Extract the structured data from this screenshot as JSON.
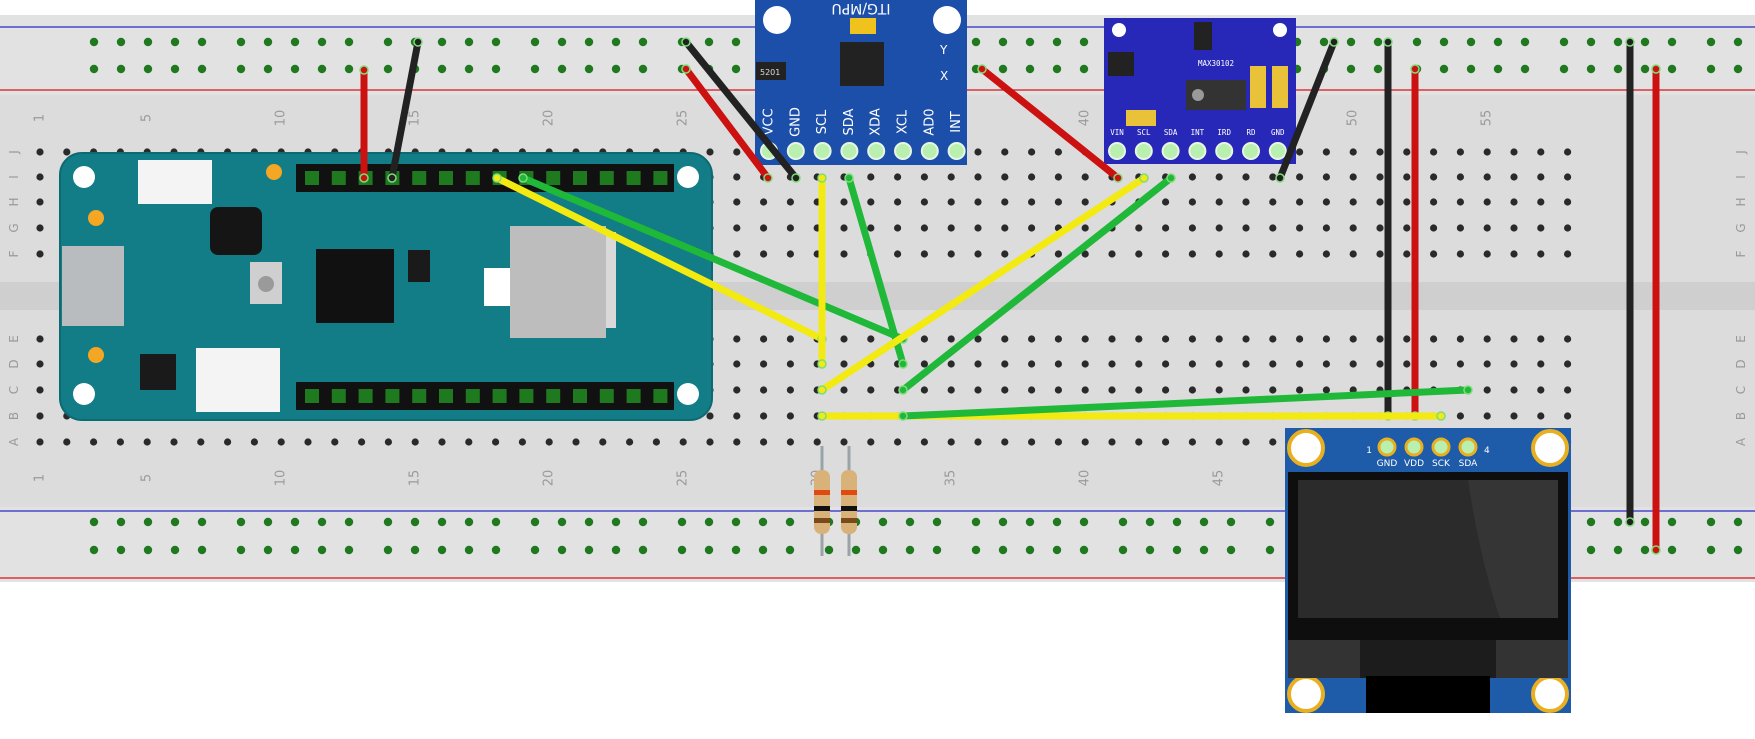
{
  "breadboard": {
    "column_numbers": [
      "1",
      "5",
      "10",
      "15",
      "20",
      "25",
      "30",
      "35",
      "40",
      "45",
      "50",
      "55"
    ],
    "row_letters_top": [
      "J",
      "I",
      "H",
      "G",
      "F"
    ],
    "row_letters_bottom": [
      "E",
      "D",
      "C",
      "B",
      "A"
    ],
    "colors": {
      "board": "#d9d9d9",
      "hole": "#2a2a2a",
      "hole_active": "#1f7a1f",
      "rail_red": "#d9141b",
      "rail_blue": "#2b2bc8"
    }
  },
  "mpu_module": {
    "title": "ITG/MPU",
    "pins": [
      "VCC",
      "GND",
      "SCL",
      "SDA",
      "XDA",
      "XCL",
      "AD0",
      "INT"
    ],
    "chip_label": "5201",
    "axis_labels": [
      "Y",
      "X"
    ],
    "color": "#1c4faa"
  },
  "max_module": {
    "chip_label": "MAX30102",
    "pins": [
      "VIN",
      "SCL",
      "SDA",
      "INT",
      "IRD",
      "RD",
      "GND"
    ],
    "color": "#2727b8"
  },
  "oled_module": {
    "pin_numbers": [
      "1",
      "4"
    ],
    "pins": [
      "GND",
      "VDD",
      "SCK",
      "SDA"
    ],
    "color": "#1e5ba8"
  },
  "arduino": {
    "color": "#127d86"
  },
  "wire_colors": {
    "red": "#cc1111",
    "black": "#222222",
    "yellow": "#f2ea10",
    "green": "#1fb838"
  }
}
